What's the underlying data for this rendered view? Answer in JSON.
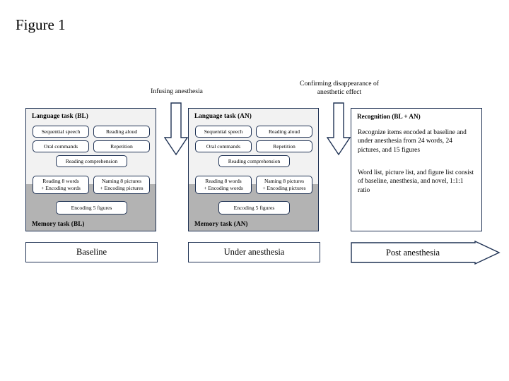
{
  "figure": {
    "title": "Figure 1"
  },
  "colors": {
    "border": "#1f3254",
    "language_band": "#f2f2f2",
    "memory_band": "#b3b3b3",
    "box_fill": "#ffffff",
    "page_background": "#ffffff",
    "text": "#000000"
  },
  "flow_arrows": [
    {
      "name": "infusing-anesthesia",
      "label": "Infusing anesthesia",
      "direction": "down"
    },
    {
      "name": "confirming-disappearance",
      "label": "Confirming disappearance of\nanesthetic effect",
      "direction": "down"
    }
  ],
  "columns": [
    {
      "id": "baseline",
      "language_header": "Language task (BL)",
      "memory_footer": "Memory task (BL)",
      "tasks": {
        "sequential_speech": "Sequential speech",
        "reading_aloud": "Reading aloud",
        "oral_commands": "Oral commands",
        "repetition": "Repetition",
        "reading_comprehension": "Reading comprehension",
        "reading_words": "Reading 8 words\n+ Encoding words",
        "naming_pictures": "Naming 8 pictures\n+ Encoding pictures",
        "encoding_figures": "Encoding 5 figures"
      },
      "phase_label": "Baseline"
    },
    {
      "id": "anesthesia",
      "language_header": "Language task (AN)",
      "memory_footer": "Memory task (AN)",
      "tasks": {
        "sequential_speech": "Sequential speech",
        "reading_aloud": "Reading aloud",
        "oral_commands": "Oral commands",
        "repetition": "Repetition",
        "reading_comprehension": "Reading comprehension",
        "reading_words": "Reading 8 words\n+ Encoding words",
        "naming_pictures": "Naming 8 pictures\n+ Encoding pictures",
        "encoding_figures": "Encoding 5 figures"
      },
      "phase_label": "Under anesthesia"
    }
  ],
  "recognition": {
    "header": "Recognition (BL + AN)",
    "paragraph_1": "Recognize items encoded at baseline and under anesthesia from 24 words, 24 pictures, and 15 figures",
    "paragraph_2": "Word list, picture list, and figure list consist of baseline, anesthesia, and novel, 1:1:1 ratio",
    "phase_label": "Post anesthesia"
  }
}
